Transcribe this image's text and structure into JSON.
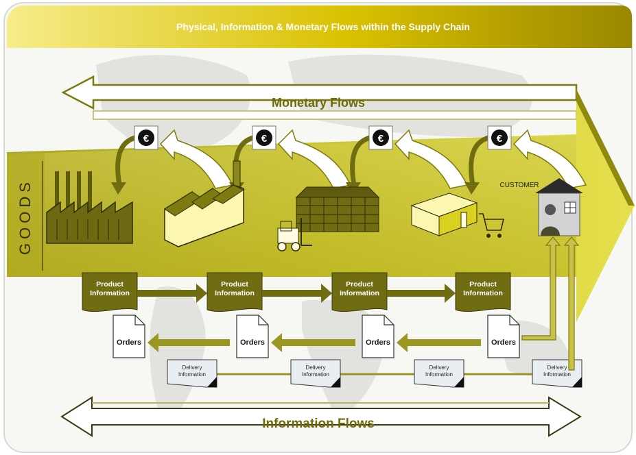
{
  "header": {
    "title": "Physical, Information & Monetary Flows within the Supply Chain"
  },
  "flows": {
    "monetary_label": "Monetary Flows",
    "information_label": "Information Flows",
    "goods_label": "GOODS"
  },
  "currency_symbol": "€",
  "actors": [
    {
      "name": "manufacturer",
      "icon": "factory-icon"
    },
    {
      "name": "factory",
      "icon": "plant-icon"
    },
    {
      "name": "warehouse",
      "icon": "warehouse-icon"
    },
    {
      "name": "retailer",
      "icon": "store-icon"
    },
    {
      "name": "customer",
      "icon": "house-icon",
      "label": "CUSTOMER"
    }
  ],
  "product_info": [
    "Product\nInformation",
    "Product\nInformation",
    "Product\nInformation",
    "Product\nInformation"
  ],
  "product_info_lines": [
    "Product",
    "Information"
  ],
  "orders": [
    "Orders",
    "Orders",
    "Orders",
    "Orders"
  ],
  "delivery_lines": [
    "Delivery",
    "Information"
  ],
  "colors": {
    "header_gold": "#c9b300",
    "olive": "#7d7a10",
    "band": "#d6cf3a",
    "light_band": "#eeeab0"
  }
}
